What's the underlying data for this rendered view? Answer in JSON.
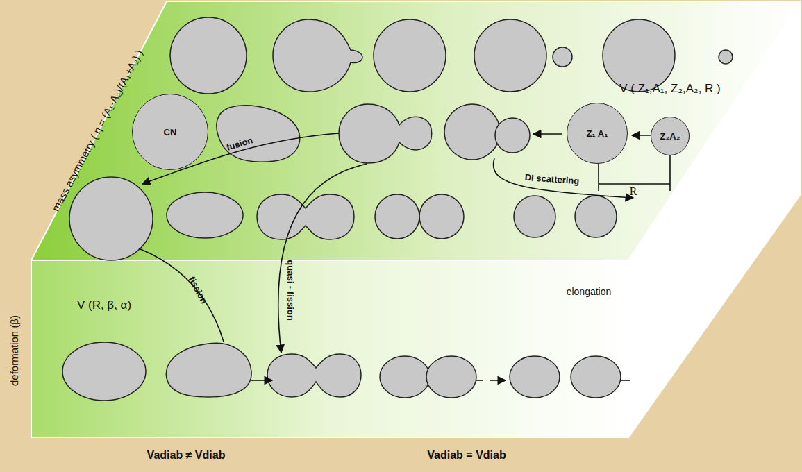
{
  "diagram": {
    "nodes": [
      {
        "text": [
          "CN"
        ]
      },
      {
        "text": [
          "Z₁ A₁"
        ]
      },
      {
        "text": [
          "Z₂A₂"
        ]
      }
    ],
    "labels": [
      "mass asymmetry ( η = (A₁-A₂)/(A₁+A₂) )",
      "deformation (β)",
      "V ( Z₁,A₁, Z₂,A₂, R )",
      "R",
      "DI scattering",
      "fusion",
      "quasi - fission",
      "fission",
      "V (R, β, α)",
      "elongation",
      "Vadiab ≠ Vdiab",
      "Vadiab = Vdiab"
    ]
  }
}
